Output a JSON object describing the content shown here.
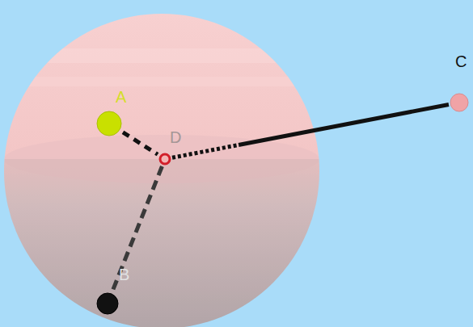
{
  "diagram": {
    "nodes": [
      {
        "text": [
          "C"
        ]
      },
      {
        "text": [
          "A"
        ]
      },
      {
        "text": [
          "D"
        ]
      },
      {
        "text": [
          "B"
        ]
      }
    ],
    "edges": [
      {
        "from": 1,
        "to": 2,
        "arrow": "none"
      },
      {
        "from": 2,
        "to": 3,
        "arrow": "none"
      },
      {
        "from": 2,
        "to": 0,
        "arrow": "none"
      }
    ]
  }
}
